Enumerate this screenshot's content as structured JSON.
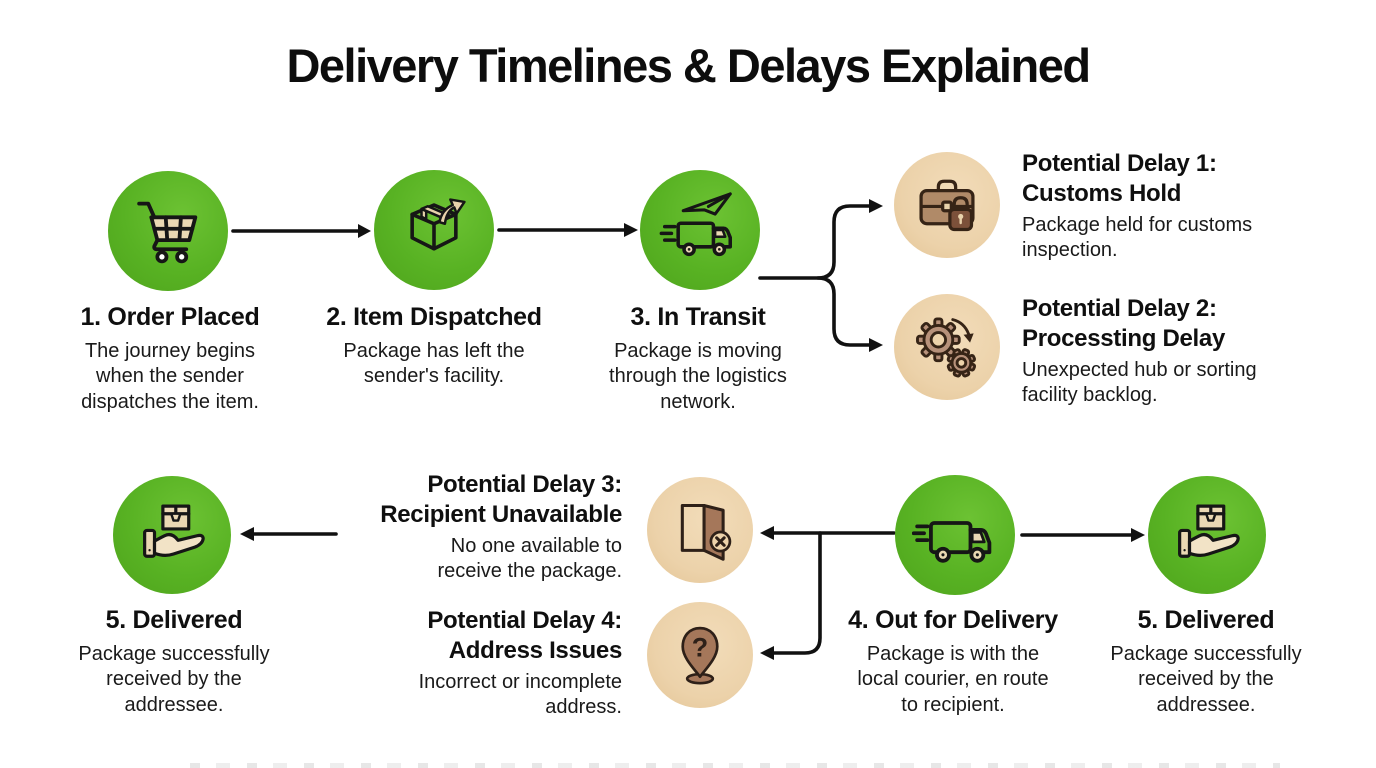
{
  "title": "Delivery Timelines & Delays Explained",
  "colors": {
    "step_circle_green": "#58b223",
    "delay_circle_tan": "#ecd2aa",
    "connector_black": "#111111",
    "icon_brown": "#b08a68",
    "icon_tan_fill": "#ead8b3",
    "background": "#ffffff"
  },
  "steps": [
    {
      "label": "1. Order Placed",
      "description": "The journey begins when the sender dispatches the item.",
      "icon": "shopping-cart-icon"
    },
    {
      "label": "2. Item Dispatched",
      "description": "Package has left the sender's facility.",
      "icon": "dispatched-box-icon"
    },
    {
      "label": "3. In Transit",
      "description": "Package is moving through the logistics network.",
      "icon": "plane-truck-icon"
    },
    {
      "label": "4. Out for Delivery",
      "description": "Package is with the local courier, en route to recipient.",
      "icon": "delivery-van-icon"
    },
    {
      "label": "5. Delivered",
      "description": "Package successfully received by the addressee.",
      "icon": "hand-receiving-box-icon"
    }
  ],
  "delays": [
    {
      "heading_line1": "Potential Delay 1:",
      "heading_line2": "Customs Hold",
      "description": "Package held for customs inspection.",
      "icon": "briefcase-lock-icon"
    },
    {
      "heading_line1": "Potential Delay 2:",
      "heading_line2": "Processting Delay",
      "description": "Unexpected hub or sorting facility backlog.",
      "icon": "gears-icon"
    },
    {
      "heading_line1": "Potential Delay 3:",
      "heading_line2": "Recipient Unavailable",
      "description": "No one available to receive the package.",
      "icon": "door-x-icon"
    },
    {
      "heading_line1": "Potential Delay 4:",
      "heading_line2": "Address Issues",
      "description": "Incorrect or incomplete address.",
      "icon": "location-pin-question-icon"
    }
  ]
}
